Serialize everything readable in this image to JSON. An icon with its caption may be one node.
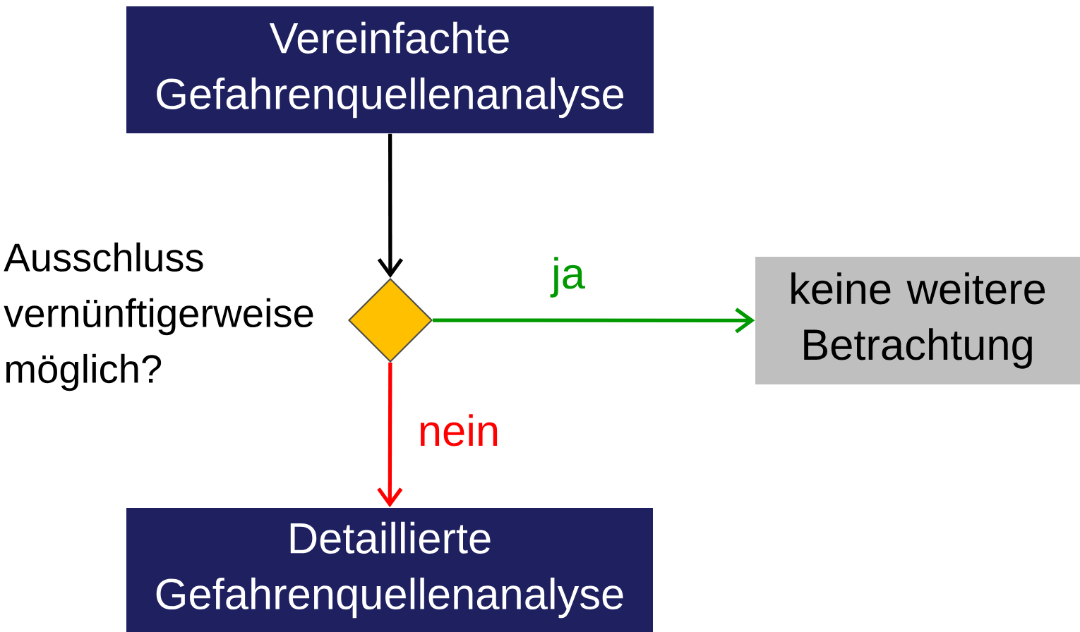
{
  "diagram": {
    "nodes": [
      {
        "text": [
          "Vereinfachte Gefahrenquellenanalyse"
        ]
      },
      {
        "text": [],
        "shape": "diamond",
        "beside": [
          "Ausschluss vernünftigerweise möglich?"
        ]
      },
      {
        "text": [
          "keine weitere Betrachtung"
        ]
      },
      {
        "text": [
          "Detaillierte Gefahrenquellenanalyse"
        ]
      }
    ],
    "edges": [
      {
        "from": 0,
        "to": 1,
        "arrow": "to",
        "color": "#000000"
      },
      {
        "from": 1,
        "to": 2,
        "arrow": "to",
        "label": "ja",
        "color": "#009900"
      },
      {
        "from": 1,
        "to": 3,
        "arrow": "to",
        "label": "nein",
        "color": "#ff0000"
      }
    ]
  }
}
